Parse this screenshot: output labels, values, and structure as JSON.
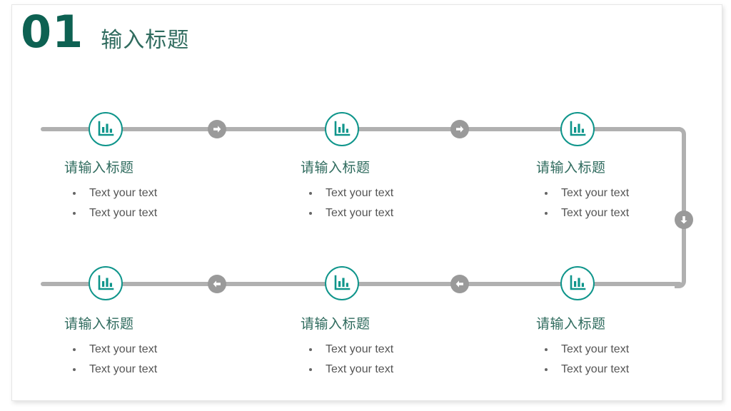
{
  "slide": {
    "header": {
      "number": "01",
      "title": "输入标题"
    },
    "colors": {
      "accent_teal": "#0f958b",
      "heading_green": "#0d6152",
      "title_green": "#2f6b5e",
      "connector_gray": "#b0b0b0",
      "arrow_gray": "#9a9a9a",
      "body_text": "#555555",
      "background": "#ffffff"
    },
    "steps": [
      {
        "id": "step-1",
        "icon": "bar-chart-icon",
        "title": "请输入标题",
        "bullets": [
          "Text your text",
          "Text your text"
        ]
      },
      {
        "id": "step-2",
        "icon": "bar-chart-icon",
        "title": "请输入标题",
        "bullets": [
          "Text your text",
          "Text your text"
        ]
      },
      {
        "id": "step-3",
        "icon": "bar-chart-icon",
        "title": "请输入标题",
        "bullets": [
          "Text your text",
          "Text your text"
        ]
      },
      {
        "id": "step-4",
        "icon": "bar-chart-icon",
        "title": "请输入标题",
        "bullets": [
          "Text your text",
          "Text your text"
        ]
      },
      {
        "id": "step-5",
        "icon": "bar-chart-icon",
        "title": "请输入标题",
        "bullets": [
          "Text your text",
          "Text your text"
        ]
      },
      {
        "id": "step-6",
        "icon": "bar-chart-icon",
        "title": "请输入标题",
        "bullets": [
          "Text your text",
          "Text your text"
        ]
      }
    ],
    "connectors": [
      {
        "id": "arrow-1",
        "icon": "arrow-right-icon"
      },
      {
        "id": "arrow-2",
        "icon": "arrow-right-icon"
      },
      {
        "id": "arrow-3",
        "icon": "arrow-down-icon"
      },
      {
        "id": "arrow-4",
        "icon": "arrow-left-icon"
      },
      {
        "id": "arrow-5",
        "icon": "arrow-left-icon"
      }
    ]
  }
}
